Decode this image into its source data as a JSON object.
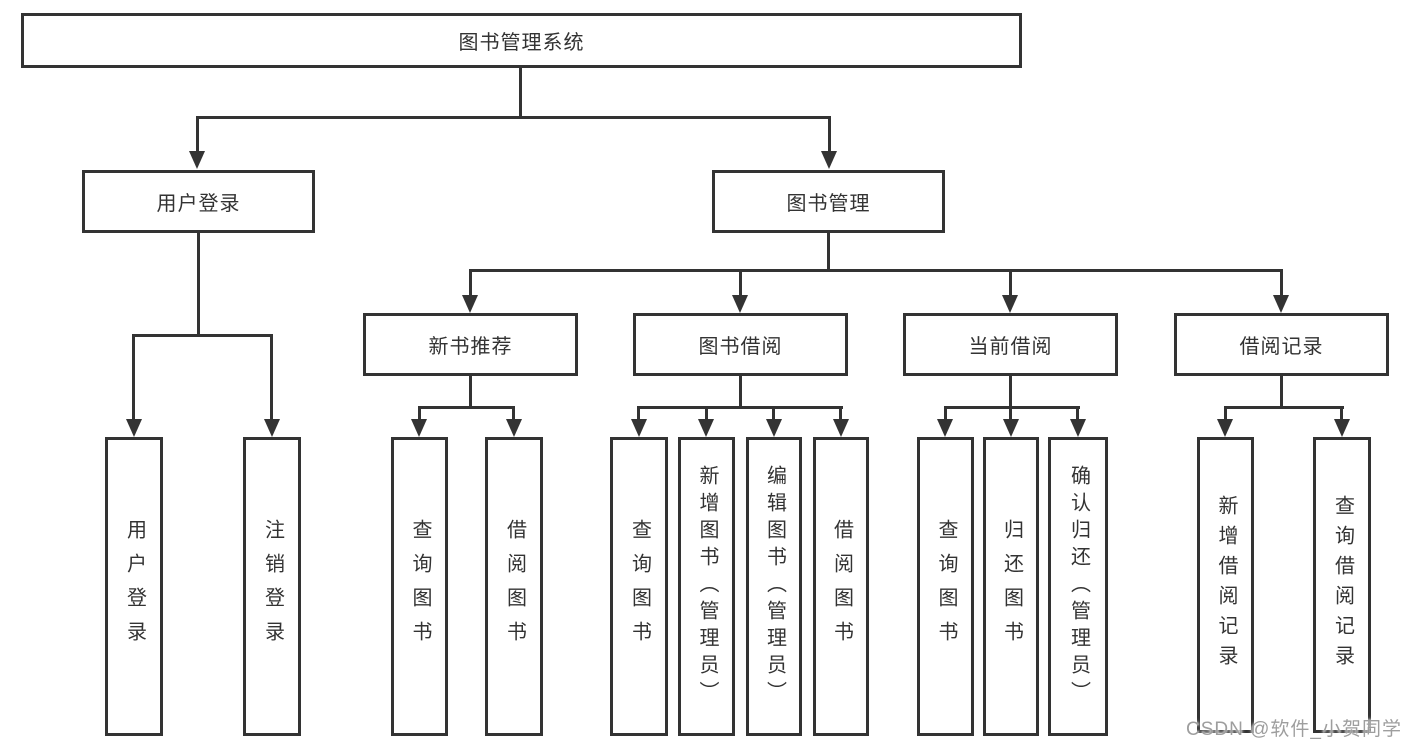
{
  "diagram": {
    "root": "图书管理系统",
    "level2": {
      "user_login": "用户登录",
      "book_mgmt": "图书管理"
    },
    "user_login_leaves": [
      "用户登录",
      "注销登录"
    ],
    "modules": [
      "新书推荐",
      "图书借阅",
      "当前借阅",
      "借阅记录"
    ],
    "module_leaves": {
      "new_book": [
        "查询图书",
        "借阅图书"
      ],
      "borrow": [
        "查询图书",
        "新增图书（管理员）",
        "编辑图书（管理员）",
        "借阅图书"
      ],
      "current": [
        "查询图书",
        "归还图书",
        "确认归还（管理员）"
      ],
      "records": [
        "新增借阅记录",
        "查询借阅记录"
      ]
    }
  },
  "watermark": "CSDN @软件_小贺同学",
  "colors": {
    "line": "#333333",
    "text": "#333333",
    "box_background": "#ffffff",
    "watermark": "#9e9e9e",
    "page_background": "#ffffff"
  }
}
